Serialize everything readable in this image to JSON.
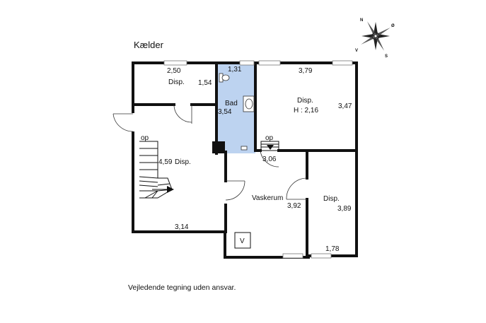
{
  "title": "Kælder",
  "disclaimer": "Vejledende tegning uden ansvar.",
  "colors": {
    "bathroom": "#bdd3f0",
    "wall": "#111111",
    "background": "#ffffff"
  },
  "compass": {
    "icon": "compass-rose-icon",
    "letters": [
      "N",
      "Ø",
      "V",
      "S"
    ]
  },
  "rooms": {
    "storage_top_left": {
      "width": "2,50",
      "name": "Disp.",
      "depth": "1,54"
    },
    "bathroom": {
      "width": "1,31",
      "name": "Bad",
      "depth": "3,54"
    },
    "storage_top_right": {
      "width": "3,79",
      "name": "Disp.",
      "height": "H : 2,16",
      "depth": "3,47"
    },
    "stair_room": {
      "up_label": "op",
      "depth": "4,59",
      "name": "Disp.",
      "width": "3,14"
    },
    "stair_right": {
      "up_label": "op",
      "width": "3,06"
    },
    "laundry": {
      "name": "Vaskerum",
      "depth": "3,92",
      "appliance": "V"
    },
    "storage_bottom_right": {
      "name": "Disp.",
      "depth": "3,89",
      "width": "1,78"
    }
  }
}
